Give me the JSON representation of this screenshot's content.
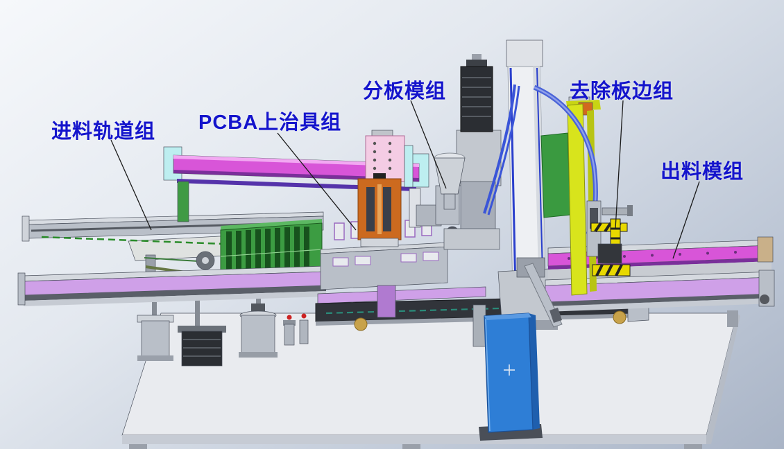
{
  "view": {
    "type": "3d-cad-assembly-rendering",
    "subject": "PCBA depaneling machine overall layout",
    "background_top": "#f6f8fb",
    "background_bottom": "#a9b4c6"
  },
  "annotation": {
    "color": "#1414cc",
    "leader_color": "#1a1a1a"
  },
  "labels": [
    {
      "text": "进料轨道组",
      "part": "infeed-rail-group"
    },
    {
      "text": "PCBA上治具组",
      "part": "pcba-jig-group"
    },
    {
      "text": "分板模组",
      "part": "depaneling-module"
    },
    {
      "text": "去除板边组",
      "part": "board-edge-removal-group"
    },
    {
      "text": "出料模组",
      "part": "outfeed-module"
    }
  ],
  "palette": {
    "base_gray": "#e9ebef",
    "metal_gray": "#b9bfc8",
    "rail_magenta": "#d855d8",
    "rail_violet": "#cfa0e8",
    "pcb_green": "#3c9c42",
    "endcap_cyan": "#bdeef0",
    "jig_orange": "#cc6a1f",
    "jig_pink": "#f4cce4",
    "frame_yellow": "#d8e41c",
    "cable_blue": "#4a63d8",
    "actuator_blue": "#2e7ed6",
    "motor_black": "#2b2e33",
    "column_white": "#eef0f3",
    "plate_green": "#3a9a40",
    "hazard_yellow": "#e8d800"
  }
}
